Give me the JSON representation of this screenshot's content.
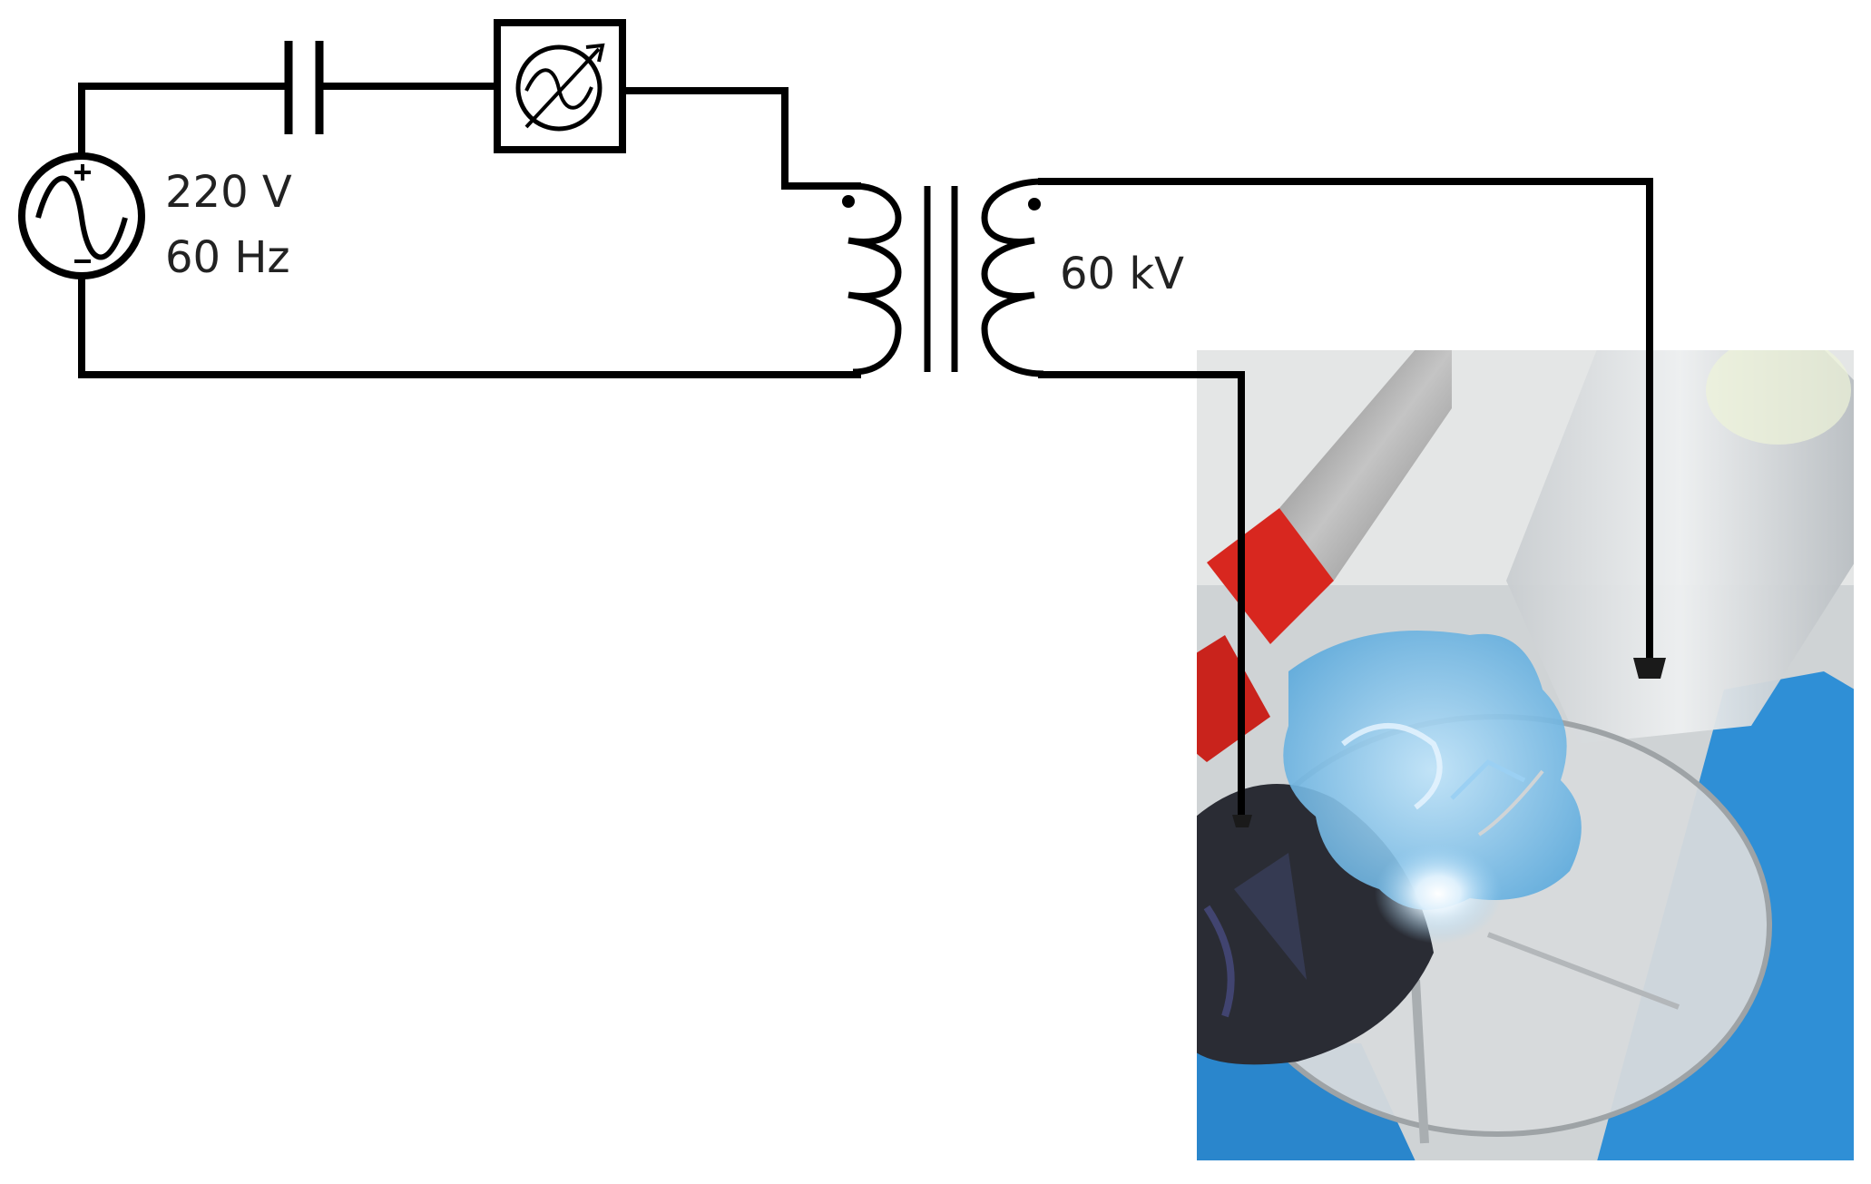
{
  "source": {
    "voltage_label": "220 V",
    "frequency_label": "60 Hz"
  },
  "transformer": {
    "secondary_voltage_label": "60 kV"
  },
  "colors": {
    "wire": "#000000",
    "plasma": "#7fc4ea",
    "platform": "#2f8fd6",
    "electrode_cap": "#d8271f",
    "glass": "#d9dde0",
    "electrode_metal": "#9a9a9a"
  },
  "icons": {
    "source": "ac-voltage-source-icon",
    "capacitor": "capacitor-icon",
    "regulator": "variable-frequency-regulator-icon",
    "transformer": "transformer-icon",
    "reactor": "plasma-reactor-photo"
  }
}
